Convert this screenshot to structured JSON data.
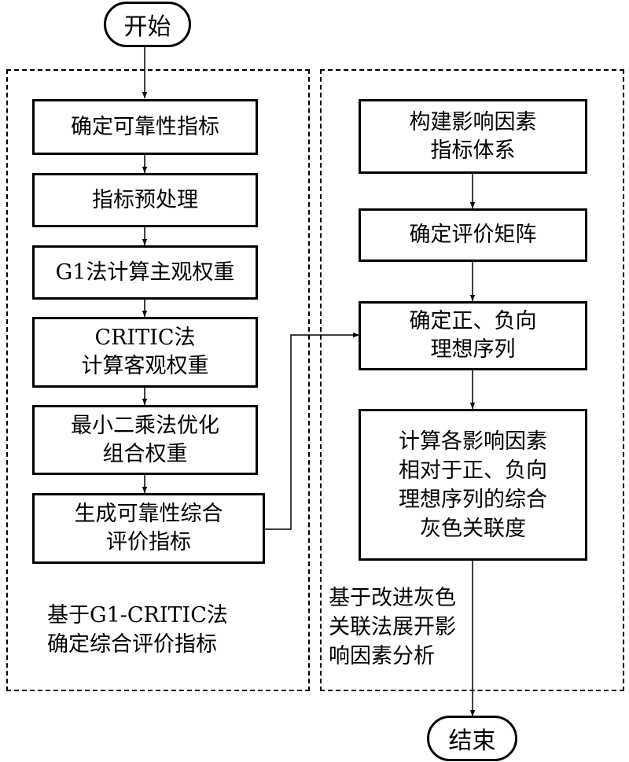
{
  "start": "开始",
  "end": "结束",
  "left_group": {
    "steps": [
      [
        "确定可靠性指标"
      ],
      [
        "指标预处理"
      ],
      [
        "G1法计算主观权重"
      ],
      [
        "CRITIC法",
        "计算客观权重"
      ],
      [
        "最小二乘法优化",
        "组合权重"
      ],
      [
        "生成可靠性综合",
        "评价指标"
      ]
    ],
    "caption": [
      "基于G1-CRITIC法",
      "确定综合评价指标"
    ]
  },
  "right_group": {
    "steps": [
      [
        "构建影响因素",
        "指标体系"
      ],
      [
        "确定评价矩阵"
      ],
      [
        "确定正、负向",
        "理想序列"
      ],
      [
        "计算各影响因素",
        "相对于正、负向",
        "理想序列的综合",
        "灰色关联度"
      ]
    ],
    "caption": [
      "基于改进灰色",
      "关联法展开影",
      "响因素分析"
    ]
  }
}
